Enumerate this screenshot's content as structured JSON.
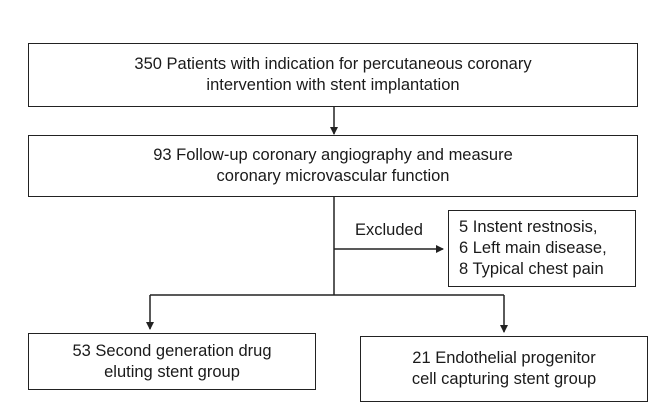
{
  "boxes": {
    "b1": {
      "lines": [
        "350 Patients with indication for percutaneous coronary",
        "intervention with stent implantation"
      ]
    },
    "b2": {
      "lines": [
        "93 Follow-up coronary angiography and measure",
        "coronary microvascular function"
      ]
    },
    "b3": {
      "lines": [
        "5 Instent restnosis,",
        "6 Left main disease,",
        "8 Typical chest pain"
      ]
    },
    "b4": {
      "lines": [
        "53 Second generation drug",
        "eluting stent group"
      ]
    },
    "b5": {
      "lines": [
        "21 Endothelial progenitor",
        "cell capturing stent group"
      ]
    }
  },
  "labels": {
    "excluded": "Excluded"
  }
}
